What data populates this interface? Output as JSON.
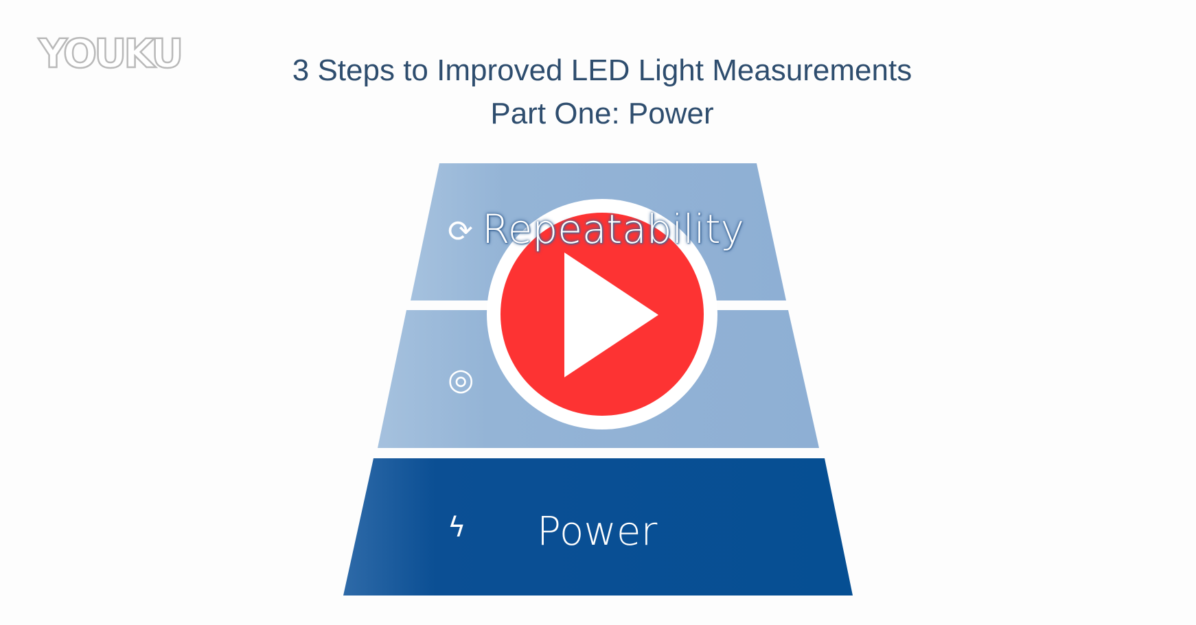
{
  "watermark": {
    "text": "YOUKU"
  },
  "slide": {
    "title_line1": "3 Steps to Improved LED Light Measurements",
    "title_line2": "Part One: Power",
    "tiers": [
      {
        "label": "Repeatability",
        "icon": "refresh-icon",
        "color": "#94b4d6"
      },
      {
        "label": "",
        "icon": "target-icon",
        "color": "#94b4d6"
      },
      {
        "label": "Power",
        "icon": "lightning-icon",
        "color": "#0b4f94"
      }
    ]
  },
  "player": {
    "play_icon": "play-icon",
    "accent": "#fd3333"
  }
}
